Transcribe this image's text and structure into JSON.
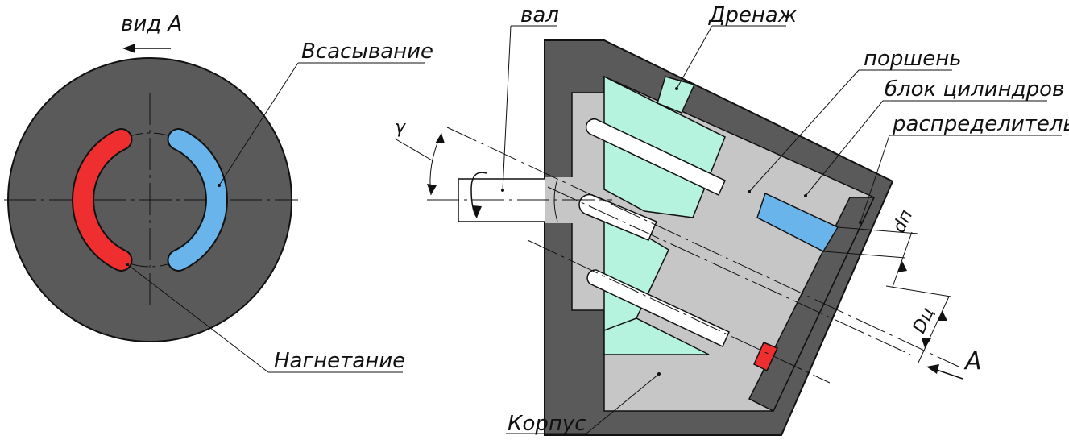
{
  "view": {
    "title": "вид А",
    "suction_label": "Всасывание",
    "discharge_label": "Нагнетание"
  },
  "section": {
    "shaft_label": "вал",
    "drain_label": "Дренаж",
    "piston_label": "поршень",
    "cylinder_block_label": "блок цилиндров",
    "distributor_label": "распределитель",
    "housing_label": "Корпус",
    "angle_label": "γ",
    "piston_diameter_label": "dп",
    "cylinder_diameter_label": "Dц",
    "view_arrow_label": "А"
  },
  "colors": {
    "housing": "#5a5a5a",
    "light_gray": "#c6c6c6",
    "mint": "#b6f3df",
    "suction_blue": "#69b4ea",
    "discharge_red": "#ef2f2f",
    "outline": "#111111"
  }
}
